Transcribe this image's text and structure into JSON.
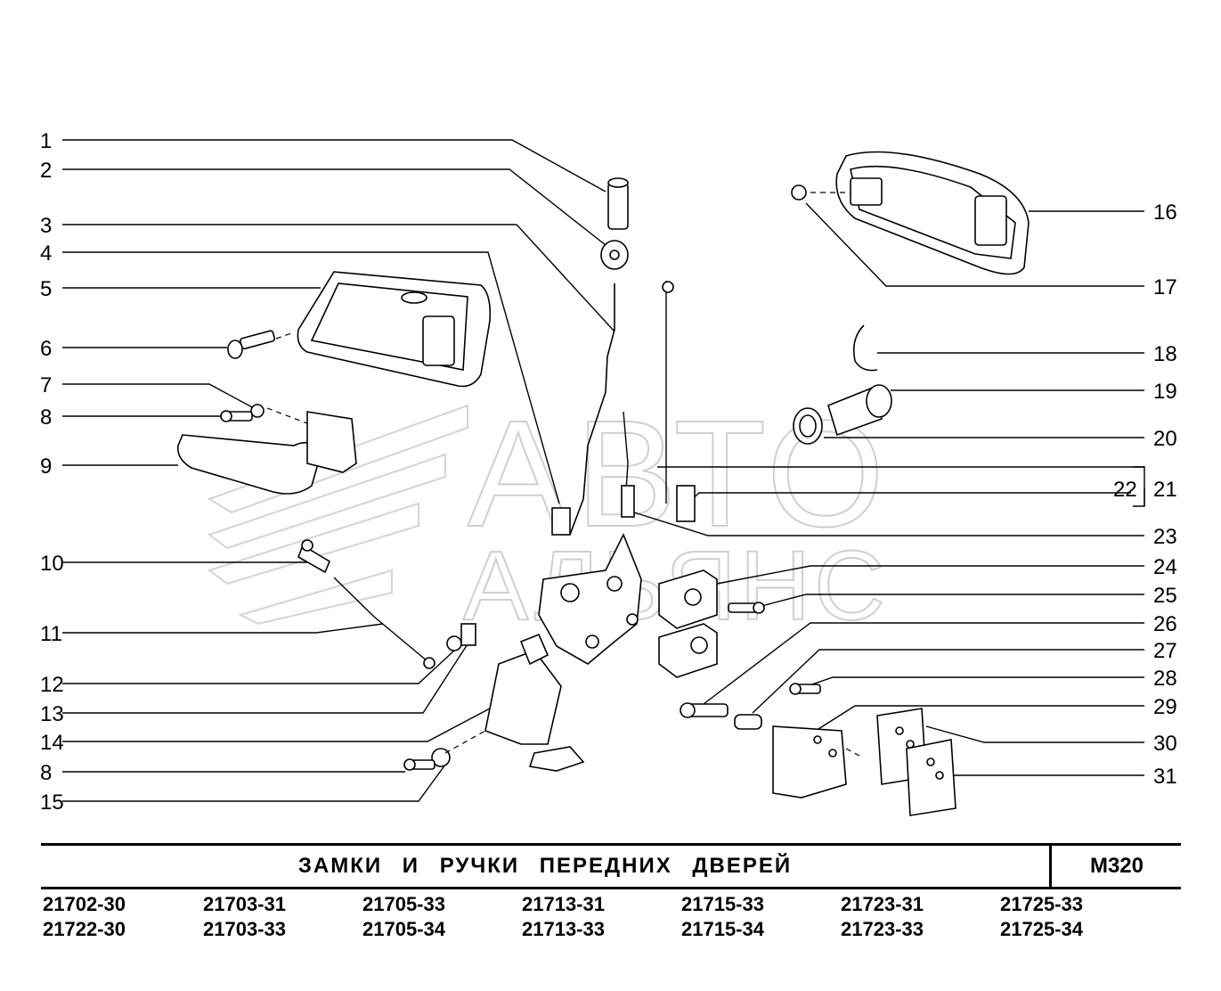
{
  "watermark": {
    "line1": "АВТО",
    "line2": "АЛЬЯНС"
  },
  "callouts_left": [
    "1",
    "2",
    "3",
    "4",
    "5",
    "6",
    "7",
    "8",
    "9",
    "10",
    "11",
    "12",
    "13",
    "14",
    "8",
    "15"
  ],
  "callouts_right": [
    "16",
    "17",
    "18",
    "19",
    "20",
    "22",
    "21",
    "23",
    "24",
    "25",
    "26",
    "27",
    "28",
    "29",
    "30",
    "31"
  ],
  "footer": {
    "title": "ЗАМКИ И РУЧКИ ПЕРЕДНИХ ДВЕРЕЙ",
    "code": "M320",
    "models": [
      [
        "21702-30",
        "21722-30"
      ],
      [
        "21703-31",
        "21703-33"
      ],
      [
        "21705-33",
        "21705-34"
      ],
      [
        "21713-31",
        "21713-33"
      ],
      [
        "21715-33",
        "21715-34"
      ],
      [
        "21723-31",
        "21723-33"
      ],
      [
        "21725-33",
        "21725-34"
      ]
    ]
  }
}
